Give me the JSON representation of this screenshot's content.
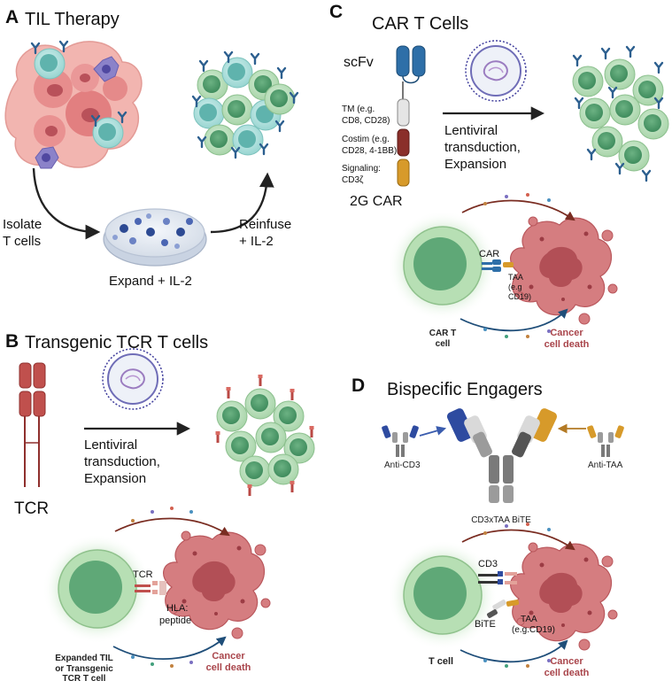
{
  "panel_a": {
    "letter": "A",
    "title": "TIL Therapy",
    "isolate_1": "Isolate",
    "isolate_2": "T cells",
    "expand": "Expand + IL-2",
    "reinfuse_1": "Reinfuse",
    "reinfuse_2": "+ IL-2"
  },
  "panel_b": {
    "letter": "B",
    "title": "Transgenic TCR T cells",
    "lenti_1": "Lentiviral",
    "lenti_2": "transduction,",
    "lenti_3": "Expansion",
    "tcr_label": "TCR",
    "syn_tcr": "TCR",
    "hla_1": "HLA:",
    "hla_2": "peptide",
    "tcell_1": "Expanded TIL",
    "tcell_2": "or Transgenic",
    "tcell_3": "TCR T cell",
    "death_1": "Cancer",
    "death_2": "cell death"
  },
  "panel_c": {
    "letter": "C",
    "title": "CAR T Cells",
    "scfv": "scFv",
    "tm_1": "TM (e.g.",
    "tm_2": "CD8, CD28)",
    "costim_1": "Costim (e.g.",
    "costim_2": "CD28, 4-1BB)",
    "signal_1": "Signaling:",
    "signal_2": "CD3ζ",
    "car2g": "2G CAR",
    "lenti_1": "Lentiviral",
    "lenti_2": "transduction,",
    "lenti_3": "Expansion",
    "car": "CAR",
    "taa_1": "TAA",
    "taa_2": "(e.g",
    "taa_3": "CD19)",
    "tcell_1": "CAR T",
    "tcell_2": "cell",
    "death_1": "Cancer",
    "death_2": "cell death"
  },
  "panel_d": {
    "letter": "D",
    "title": "Bispecific Engagers",
    "anti_cd3": "Anti-CD3",
    "anti_taa": "Anti-TAA",
    "bite_name": "CD3xTAA BiTE",
    "cd3": "CD3",
    "bite": "BiTE",
    "taa_1": "TAA",
    "taa_2": "(e.g.CD19)",
    "tcell": "T cell",
    "death_1": "Cancer",
    "death_2": "cell death"
  },
  "colors": {
    "tcell_green": "#5fa877",
    "tcell_teal": "#6cc4bf",
    "tumor_pink": "#d9797c",
    "tumor_dark": "#a9454b",
    "receptor_blue": "#2e6fa8",
    "costim_red": "#8a2f2a",
    "signal_orange": "#d79a2a",
    "virus_purple": "#3f3d9c",
    "tcr_red": "#c0504d"
  }
}
